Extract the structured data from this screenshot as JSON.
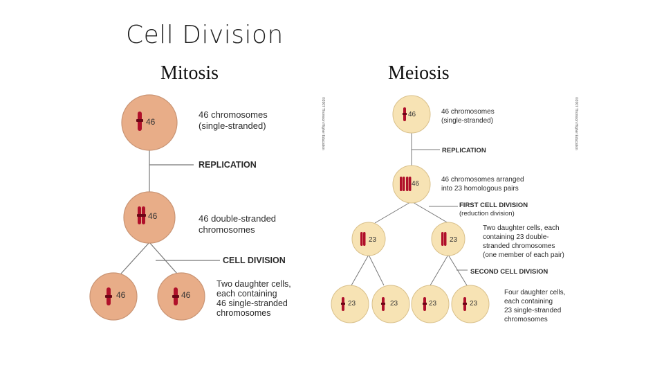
{
  "slide": {
    "title": "Cell Division"
  },
  "mitosis": {
    "heading": "Mitosis",
    "parent_count": "46",
    "parent_label": [
      "46 chromosomes",
      "(single-stranded)"
    ],
    "replication_label": "REPLICATION",
    "replicated_count": "46",
    "replicated_label": [
      "46 double-stranded",
      "chromosomes"
    ],
    "division_label": "CELL DIVISION",
    "daughter_counts": [
      "46",
      "46"
    ],
    "daughter_label": [
      "Two daughter cells,",
      "each containing",
      "46 single-stranded",
      "chromosomes"
    ]
  },
  "meiosis": {
    "heading": "Meiosis",
    "credit": "©2007 Thomson Higher Education",
    "parent_count": "46",
    "parent_label": [
      "46 chromosomes",
      "(single-stranded)"
    ],
    "replication_label": "REPLICATION",
    "replicated_count": "46",
    "replicated_label": [
      "46 chromosomes arranged",
      "into 23 homologous pairs"
    ],
    "first_division_label": [
      "FIRST CELL DIVISION",
      "(reduction division)"
    ],
    "first_daughter_counts": [
      "23",
      "23"
    ],
    "first_daughter_label": [
      "Two daughter cells, each",
      "containing 23 double-",
      "stranded chromosomes",
      "(one member of each pair)"
    ],
    "second_division_label": "SECOND CELL DIVISION",
    "final_counts": [
      "23",
      "23",
      "23",
      "23"
    ],
    "final_label": [
      "Four daughter cells,",
      "each containing",
      "23 single-stranded",
      "chromosomes"
    ]
  },
  "colors": {
    "mitosis_cell": "#e8ad88",
    "mitosis_border": "#c99474",
    "meiosis_cell": "#f7e3b4",
    "meiosis_border": "#d9c08a",
    "chromosome": "#b0102a"
  }
}
